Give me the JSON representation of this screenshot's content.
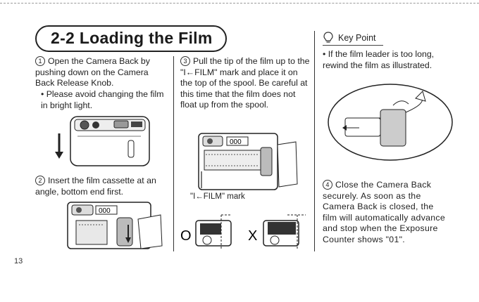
{
  "section": {
    "title": "2-2 Loading the Film"
  },
  "steps": {
    "s1": {
      "num": "1",
      "text": "Open the Camera Back by pushing down on the Camera Back Release Knob.",
      "bullet": "• Please avoid changing the film in bright light."
    },
    "s2": {
      "num": "2",
      "text": "Insert the film cassette at an angle, bottom end first."
    },
    "s3": {
      "num": "3",
      "text": "Pull the tip of the film up to the \"I←FILM\" mark and place it on the top of the spool. Be careful at this time that the film does not float up from the spool."
    },
    "s4": {
      "num": "4",
      "text": "Close the Camera Back securely. As soon as the Camera Back is closed, the film will automatically advance and stop when the Exposure Counter shows \"01\"."
    }
  },
  "figures": {
    "film_mark_label": "\"I←FILM\" mark",
    "correct_symbol": "O",
    "wrong_symbol": "X",
    "counter_text": "000"
  },
  "key_point": {
    "label": "Key Point",
    "bullet": "• If the film leader is too long, rewind the film as illustrated."
  },
  "page": {
    "number": "13"
  }
}
